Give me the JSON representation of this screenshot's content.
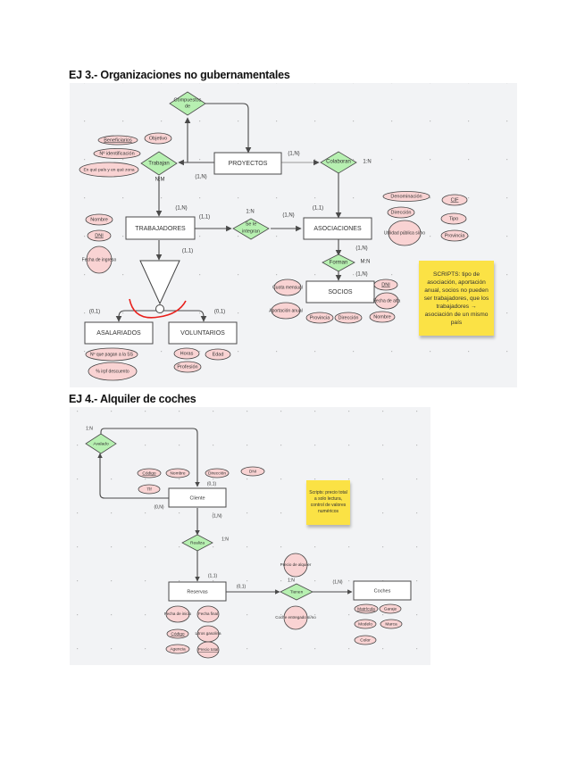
{
  "ej3": {
    "title": "EJ 3.- Organizaciones no gubernamentales",
    "entities": {
      "proyectos": "PROYECTOS",
      "trabajadores": "TRABAJADORES",
      "asociaciones": "ASOCIACIONES",
      "socios": "SOCIOS",
      "asalariados": "ASALARIADOS",
      "voluntarios": "VOLUNTARIOS"
    },
    "relations": {
      "compuestos": [
        "Compuestos",
        "de"
      ],
      "trabajan": "Trabajan",
      "colaboran": "Colaboran",
      "se_integran": [
        "Se le",
        "integran"
      ],
      "forman": "Forman"
    },
    "cardinalities": {
      "proyectos_colaboran": "(1,N)",
      "colaboran_type": "1:N",
      "proyectos_trabajan": "(1,N)",
      "trabajan_type": "N:M",
      "trabajadores_top": "(1,N)",
      "trabajadores_right": "(1,1)",
      "integran_type": "1:N",
      "asociaciones_left": "(1,N)",
      "asociaciones_top": "(1,1)",
      "asociaciones_bottom": "(1,N)",
      "forman_type": "M:N",
      "socios_top": "(1,N)",
      "isa_top": "(1,1)",
      "asalariados": "(0,1)",
      "voluntarios": "(0,1)"
    },
    "attributes": {
      "proyectos": [
        "Beneficiarios",
        "Objetivo",
        "Nº identificación",
        "En qué país y en qué zona"
      ],
      "trabajadores": [
        "Nombre",
        "DNI",
        "Fecha de ingreso"
      ],
      "asociaciones": [
        "Denominación",
        "CIF",
        "Dirección",
        "Tipo",
        "Utilidad pública sí/no",
        "Provincia"
      ],
      "socios": [
        "Cuota mensual",
        "DNI",
        "Fecha de alta",
        "Aportación anual",
        "Provincia",
        "Dirección",
        "Nombre"
      ],
      "asalariados": [
        "Nº que pagan a la SS",
        "% irpf descuento"
      ],
      "voluntarios": [
        "Horas",
        "Edad",
        "Profesión"
      ]
    },
    "note": "SCRIPTS: tipo de asociación, aportación anual, socios no pueden ser trabajadores, que los trabajadores → asociación de un mismo país"
  },
  "ej4": {
    "title": "EJ 4.- Alquiler de coches",
    "entities": {
      "cliente": "Cliente",
      "reservas": "Reservas",
      "coches": "Coches"
    },
    "relations": {
      "avalado": "Avalado",
      "realiza": "Realiza",
      "tienen": "Tienen"
    },
    "cardinalities": {
      "avalado_type": "1:N",
      "cliente_top": "(0,1)",
      "cliente_left": "(0,N)",
      "cliente_bottom": "(1,N)",
      "realiza_type": "1:N",
      "reservas_top": "(1,1)",
      "reservas_right": "(0,1)",
      "tienen_type": "1:N",
      "coches_left": "(1,N)"
    },
    "attributes": {
      "cliente": [
        "Código",
        "Nombre",
        "Dirección",
        "DNI",
        "Tlf"
      ],
      "reservas": [
        "Fecha de inicio",
        "Fecha final",
        "Código",
        "Litros gasolina",
        "Agencia",
        "Precio total"
      ],
      "tienen": [
        "Precio de alquiler",
        "Coche entregado sí/no"
      ],
      "coches": [
        "Matrícula",
        "Garaje",
        "Modelo",
        "Marca",
        "Color"
      ]
    },
    "note": "Scripts: precio total a solo lectura, control de valores numéricos"
  }
}
